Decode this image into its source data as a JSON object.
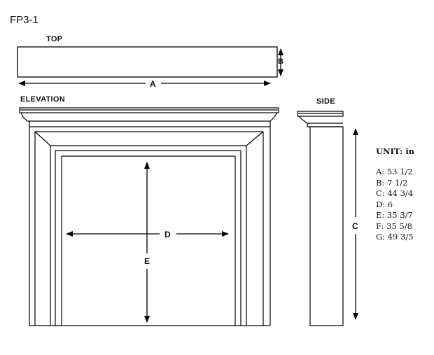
{
  "title": "FP3-1",
  "views": {
    "top": "TOP",
    "elevation": "ELEVATION",
    "side": "SIDE"
  },
  "dimensions": {
    "a": "A",
    "b": "B",
    "c_side": "C",
    "d": "D",
    "e": "E"
  },
  "units": {
    "title": "UNIT: in",
    "rows": [
      "A: 53 1/2",
      "B: 7 1/2",
      "C: 44 3/4",
      "D: 6",
      "E: 35 3/7",
      "F: 35 5/8",
      "G: 49 3/5"
    ]
  }
}
